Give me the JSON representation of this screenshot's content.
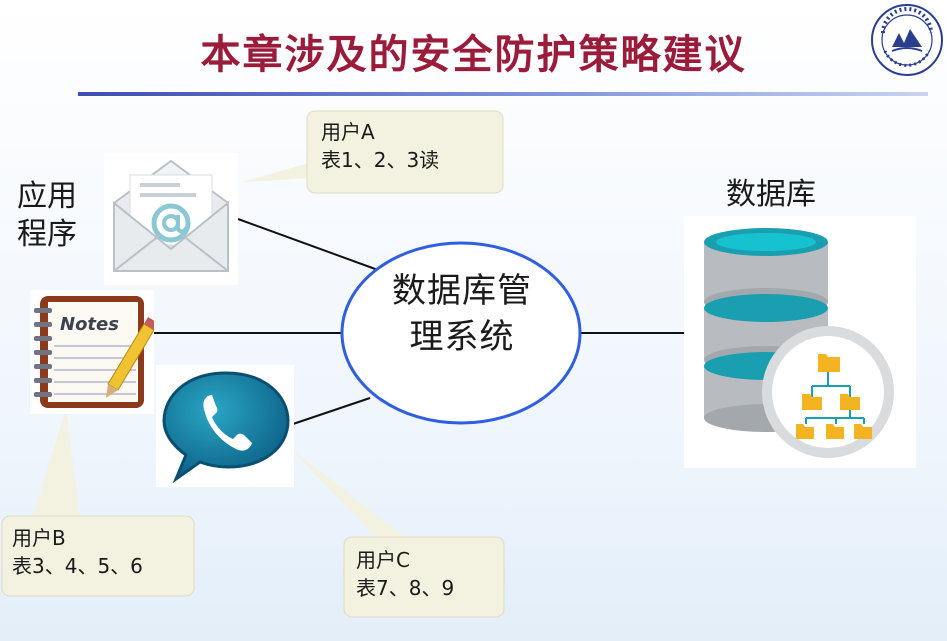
{
  "title": "本章涉及的安全防护策略建议",
  "app_label": [
    "应用",
    "程序"
  ],
  "database_label": "数据库",
  "dbms_label": [
    "数据库管",
    "理系统"
  ],
  "icons": {
    "mail": "envelope-at-icon",
    "notes": "notes-notebook-icon",
    "notes_text": "Notes",
    "phone": "phone-chat-icon",
    "database": "database-server-icon",
    "org": "hierarchy-folders-icon",
    "seal": "university-seal-logo"
  },
  "callouts": {
    "user_a": {
      "user": "用户A",
      "tables": "表1、2、3读"
    },
    "user_b": {
      "user": "用户B",
      "tables": "表3、4、5、6"
    },
    "user_c": {
      "user": "用户C",
      "tables": "表7、8、9"
    }
  },
  "colors": {
    "title": "#9a1c3a",
    "dbms_ellipse_stroke": "#2f5fe0",
    "callout_fill": "#f3f1df",
    "teal_accent": "#1a9fb0",
    "folder_orange": "#f4b320"
  }
}
